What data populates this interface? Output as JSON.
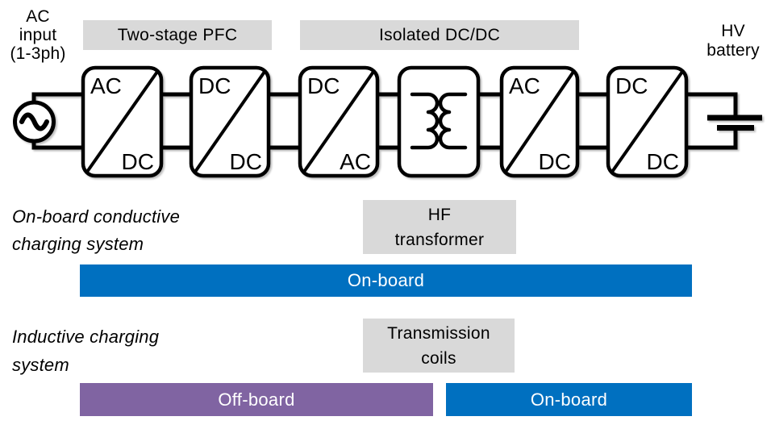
{
  "colors": {
    "onboard_blue": "#0070C0",
    "offboard_purple": "#8064A2",
    "label_gray": "#D9D9D9",
    "line_black": "#000000",
    "bar_text_white": "#ffffff"
  },
  "circuit": {
    "source_label": [
      "AC",
      "input",
      "(1-3ph)"
    ],
    "battery_label": [
      "HV",
      "battery"
    ],
    "stage_labels": {
      "two_stage_pfc": "Two-stage PFC",
      "isolated_dcdc": "Isolated DC/DC"
    },
    "blocks": [
      {
        "name": "ac-dc-rectifier",
        "top": "AC",
        "bottom": "DC"
      },
      {
        "name": "dc-dc-converter",
        "top": "DC",
        "bottom": "DC"
      },
      {
        "name": "dc-ac-inverter",
        "top": "DC",
        "bottom": "AC"
      },
      {
        "name": "hf-transformer",
        "symbol": "transformer-coils"
      },
      {
        "name": "ac-dc-rectifier",
        "top": "AC",
        "bottom": "DC"
      },
      {
        "name": "dc-dc-converter",
        "top": "DC",
        "bottom": "DC"
      }
    ]
  },
  "conductive_system": {
    "title": [
      "On-board conductive",
      "charging system"
    ],
    "hf_transformer_label": [
      "HF",
      "transformer"
    ],
    "onboard_bar": "On-board"
  },
  "inductive_system": {
    "title": [
      "Inductive charging",
      "system"
    ],
    "transmission_coils_label": [
      "Transmission",
      "coils"
    ],
    "offboard_bar": "Off-board",
    "onboard_bar": "On-board"
  }
}
